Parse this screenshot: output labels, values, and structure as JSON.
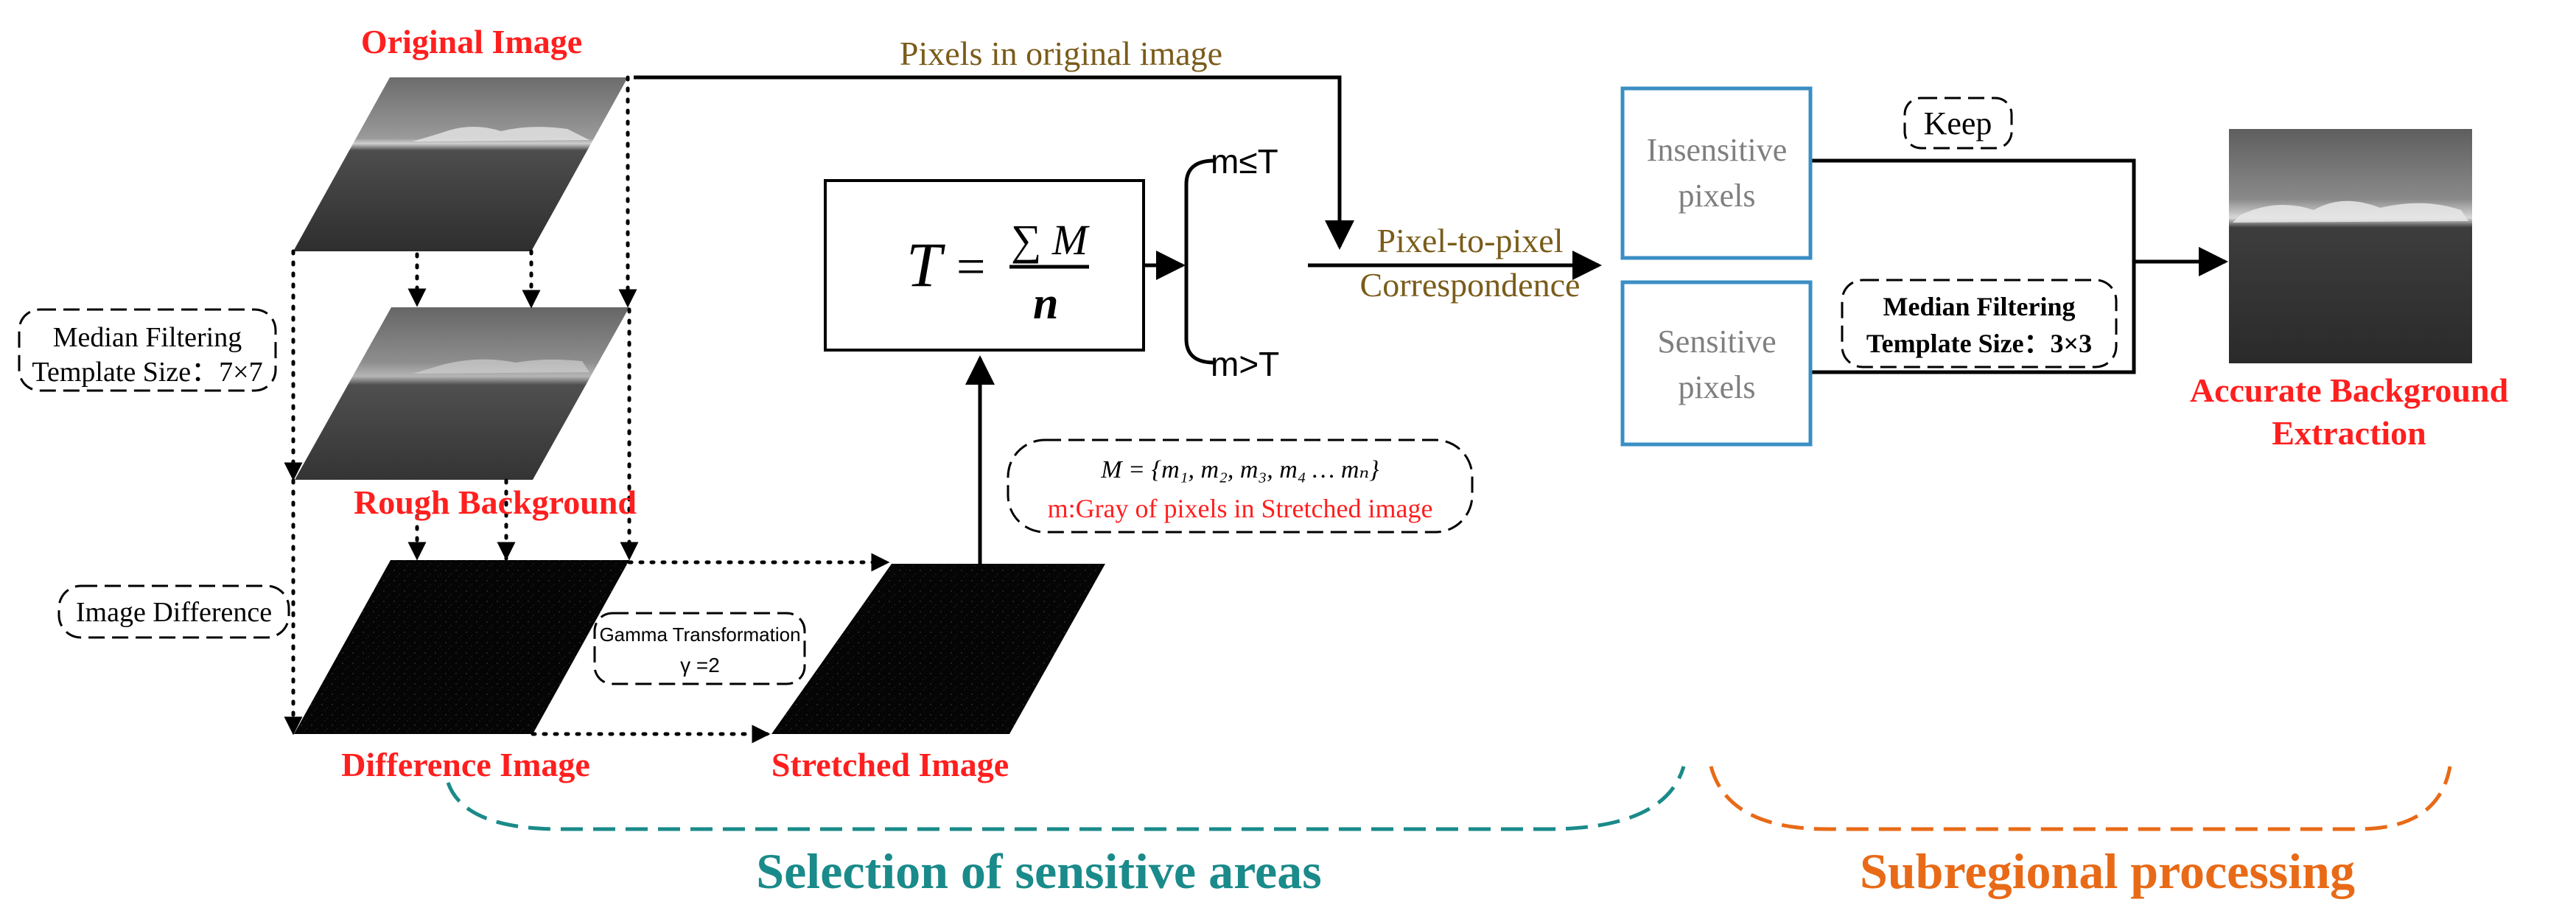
{
  "colors": {
    "title_red": "#ff1f1f",
    "olive": "#7a5c1a",
    "box_blue": "#3a8fc4",
    "teal": "#1a8a8a",
    "orange": "#e86a17",
    "gray_text": "#7f7f7f",
    "black": "#000000"
  },
  "labels": {
    "original_image": "Original Image",
    "rough_background": "Rough Background",
    "difference_image": "Difference Image",
    "stretched_image": "Stretched Image",
    "accurate_background_line1": "Accurate Background",
    "accurate_background_line2": "Extraction",
    "pixels_in_original": "Pixels in original image",
    "pixel_to_pixel_line1": "Pixel-to-pixel",
    "pixel_to_pixel_line2": "Correspondence"
  },
  "notes": {
    "median_filter_7_line1": "Median Filtering",
    "median_filter_7_line2": "Template Size：7×7",
    "image_difference": "Image Difference",
    "gamma_line1": "Gamma Transformation",
    "gamma_line2": "γ =2",
    "m_set": "M = {m₁, m₂, m₃, m₄ … mₙ}",
    "m_desc": "m:Gray of pixels in Stretched image",
    "keep": "Keep",
    "median_filter_3_line1": "Median Filtering",
    "median_filter_3_line2": "Template Size：3×3"
  },
  "formula": {
    "lhs": "T",
    "equals": "=",
    "numerator": "∑ M",
    "denominator": "n"
  },
  "conditions": {
    "le": "m≤T",
    "gt": "m>T"
  },
  "boxes": {
    "insensitive_line1": "Insensitive",
    "insensitive_line2": "pixels",
    "sensitive_line1": "Sensitive",
    "sensitive_line2": "pixels"
  },
  "sections": {
    "selection": "Selection of sensitive areas",
    "subregional": "Subregional processing"
  }
}
